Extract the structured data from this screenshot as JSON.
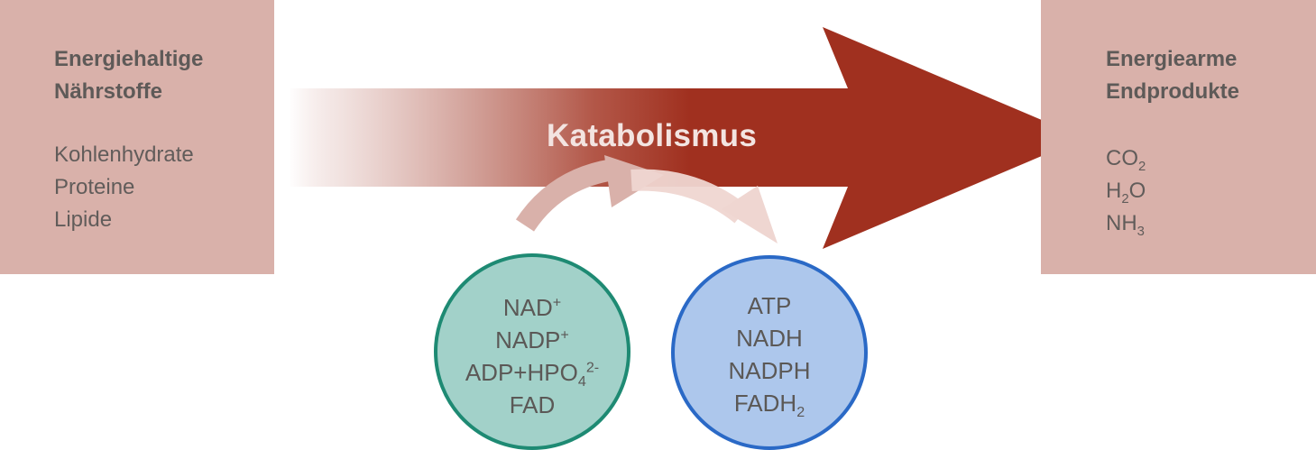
{
  "left_box": {
    "title_line1": "Energiehaltige",
    "title_line2": "Nährstoffe",
    "items": [
      "Kohlenhydrate",
      "Proteine",
      "Lipide"
    ]
  },
  "right_box": {
    "title_line1": "Energiearme",
    "title_line2": "Endprodukte",
    "items": [
      {
        "base": "CO",
        "sub": "2",
        "tail": ""
      },
      {
        "base": "H",
        "sub": "2",
        "tail": "O"
      },
      {
        "base": "NH",
        "sub": "3",
        "tail": ""
      }
    ]
  },
  "flow_label": "Katabolismus",
  "left_circle": {
    "lines": [
      {
        "base": "NAD",
        "sup": "+"
      },
      {
        "base": "NADP",
        "sup": "+"
      },
      {
        "base": "ADP+HPO",
        "sub": "4",
        "sup": "2-"
      },
      {
        "base": "FAD"
      }
    ]
  },
  "right_circle": {
    "lines": [
      {
        "base": "ATP"
      },
      {
        "base": "NADH"
      },
      {
        "base": "NADPH"
      },
      {
        "base": "FADH",
        "sub": "2"
      }
    ]
  },
  "colors": {
    "box_fill": "#d9b1aa",
    "arrow": "#a0301f",
    "left_circle_fill": "#a2d1c9",
    "left_circle_stroke": "#1e8a73",
    "right_circle_fill": "#adc7ec",
    "right_circle_stroke": "#2a69c6"
  }
}
